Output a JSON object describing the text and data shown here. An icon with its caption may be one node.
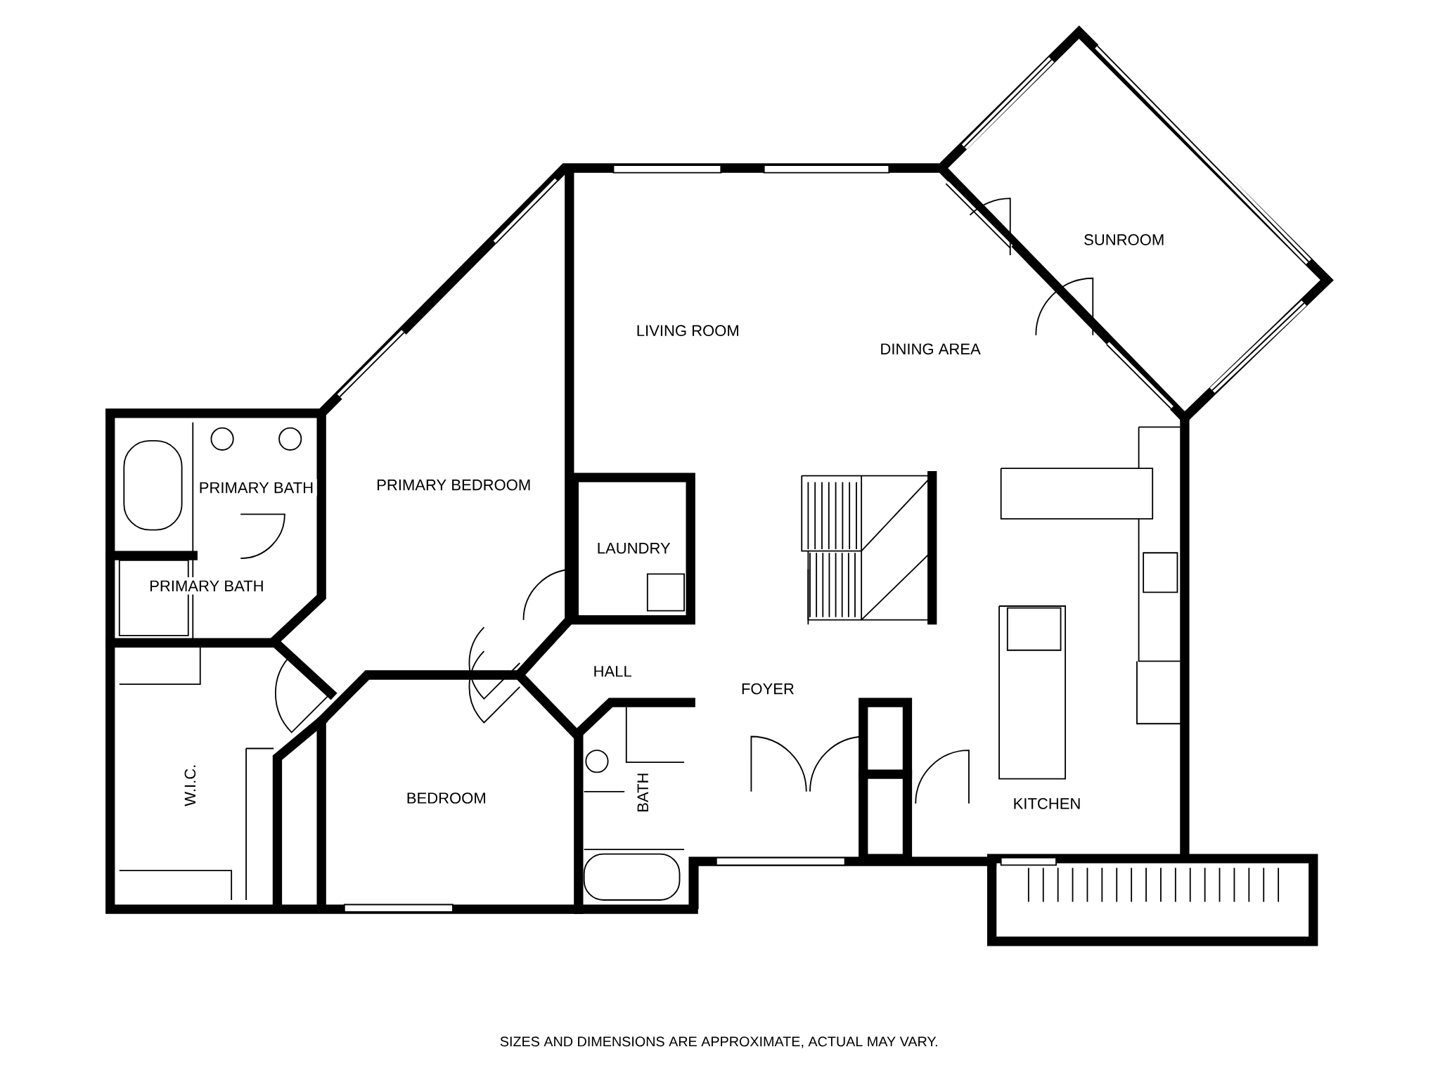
{
  "diagram": {
    "labels": [
      "SUNROOM",
      "LIVING ROOM",
      "DINING AREA",
      "PRIMARY BATH",
      "PRIMARY BEDROOM",
      "LAUNDRY",
      "PRIMARY BATH",
      "HALL",
      "FOYER",
      "W.I.C.",
      "BATH",
      "BEDROOM",
      "KITCHEN",
      "SIZES AND DIMENSIONS ARE APPROXIMATE, ACTUAL MAY VARY."
    ]
  }
}
